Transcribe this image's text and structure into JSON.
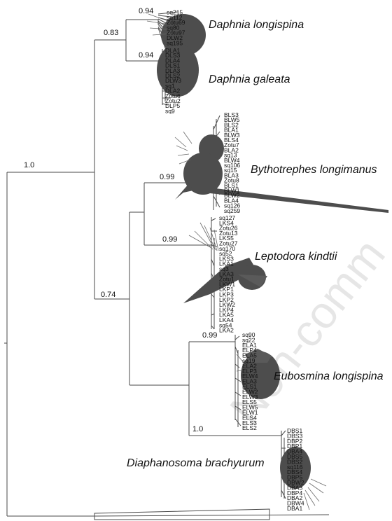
{
  "clades": {
    "daphnia_longispina": {
      "name": "Daphnia longispina",
      "support": "0.94",
      "tips": [
        "sq215",
        "sq112",
        "Zotu69",
        "sq80",
        "Zotu97",
        "DLW2",
        "sq195"
      ]
    },
    "daphnia_galeata": {
      "name": "Daphnia galeata",
      "support": "0.94",
      "tips": [
        "DLA1",
        "DLS3",
        "DLA4",
        "DLS1",
        "DLA3",
        "DLS2",
        "DLW3",
        "sq1",
        "DLA2",
        "Zotu6",
        "Zotu2",
        "DLP5",
        "sq9"
      ]
    },
    "bythotrephes": {
      "name": "Bythotrephes longimanus",
      "support": "0.99",
      "tips": [
        "BLS3",
        "BLW5",
        "BLS2",
        "BLA1",
        "BLW3",
        "BLS4",
        "Zotu7",
        "BLA2",
        "sq13",
        "BLW4",
        "sq106",
        "sq15",
        "BLA3",
        "Zotu8",
        "BLS1",
        "BLW1",
        "BLW2",
        "BLA4",
        "sq126",
        "sq259"
      ]
    },
    "leptodora": {
      "name": "Leptodora kindtii",
      "support": "0.99",
      "tips": [
        "sq127",
        "LKS4",
        "Zotu26",
        "Zotu13",
        "LKS5",
        "Zotu27",
        "sq170",
        "sq52",
        "LKS3",
        "LKA1",
        "sq3",
        "LKA3",
        "Zotu1",
        "LKW1",
        "LKP1",
        "LKP3",
        "LKP2",
        "LKW2",
        "LKP4",
        "LKA5",
        "LKA4",
        "sq54",
        "LKA2"
      ]
    },
    "eubosmina": {
      "name": "Eubosmina longispina",
      "support": "0.99",
      "tips": [
        "sq90",
        "sq22",
        "ELA1",
        "ELP4",
        "ELA5",
        "sq19",
        "ELA2",
        "ELP3",
        "ELW4",
        "ELA3",
        "ELS1",
        "ELW2",
        "ELW3",
        "ELS5",
        "ELW5",
        "ELW1",
        "ELS4",
        "ELS3",
        "ELS2"
      ]
    },
    "diaphanosoma": {
      "name": "Diaphanosoma brachyurum",
      "support": "1.0",
      "tips": [
        "DBS1",
        "DBS3",
        "DBP2",
        "DBP1",
        "DBA4",
        "DBS5",
        "DBS2",
        "sq116",
        "DBS4",
        "DBP5",
        "DBW2",
        "DBA3",
        "DBP4",
        "DBA2",
        "DBW4",
        "DBA1"
      ]
    }
  },
  "internal_supports": {
    "daphnia_clade": "0.83",
    "root": "1.0",
    "predator_plus_bosmina": "0.74"
  },
  "watermark": "Non-comm"
}
